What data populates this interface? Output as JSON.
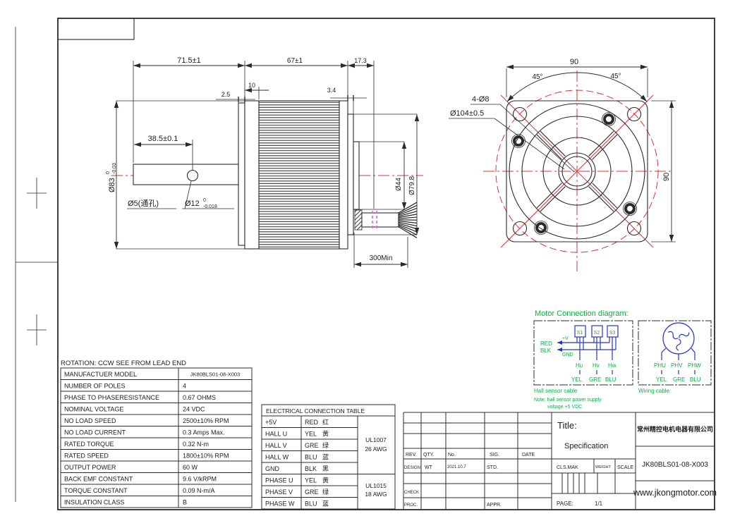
{
  "colors": {
    "line": "#2b2b2b",
    "centerline_red": "#e03131",
    "accent_green": "#00b53c",
    "accent_blue": "#2436c9",
    "cable_magenta": "#e36ae0"
  },
  "rotation_note": "ROTATION: CCW SEE FROM LEAD END",
  "side_view": {
    "dim_overall": "71.5±1",
    "dim_body": "67±1",
    "dim_rear": "17.3",
    "dim_front_plate": "10",
    "dim_step": "2.5",
    "dim_rear_lip": "3.4",
    "dim_hole_pos": "38.5±0.1",
    "dim_body_dia": "Ø83",
    "dim_body_dia_tol_up": "0",
    "dim_body_dia_tol_dn": "-0.03",
    "dim_hole": "Ø5(通孔)",
    "dim_shaft": "Ø12",
    "dim_shaft_tol_up": "0",
    "dim_shaft_tol_dn": "-0.018",
    "dim_boss": "Ø44",
    "dim_pilot": "Ø79.8",
    "dim_cable": "300Min"
  },
  "front_view": {
    "dim_width": "90",
    "dim_height": "90",
    "dim_angle_l": "45°",
    "dim_angle_r": "45°",
    "dim_holes": "4-Ø8",
    "dim_bolt_circle": "Ø104±0.5"
  },
  "connection": {
    "title": "Motor Connection diagram:",
    "red": "RED",
    "blk": "BLK",
    "vplus": "+V",
    "gnd": "GND",
    "s1": "S1",
    "s2": "S2",
    "s3": "S3",
    "hu": "Hu",
    "hv": "Hv",
    "hw": "Hw",
    "hall_col1": "YEL",
    "hall_col2": "GRE",
    "hall_col3": "BLU",
    "hall_caption": "Hall sensor cable",
    "note_line1": "Note: hall sensor power supply",
    "note_line2": "voltage +5 VDC",
    "phu": "PHU",
    "phv": "PHV",
    "phw": "PHW",
    "phase_col1": "YEL",
    "phase_col2": "GRE",
    "phase_col3": "BLU",
    "wiring_caption": "Wiring cable"
  },
  "spec_table": {
    "rows": [
      [
        "MANUFACTUER MODEL",
        "JK80BLS01-08-X003"
      ],
      [
        "NUMBER OF POLES",
        "4"
      ],
      [
        "PHASE TO PHASERESISTANCE",
        "0.67 OHMS"
      ],
      [
        "NOMINAL VOLTAGE",
        "24 VDC"
      ],
      [
        "NO LOAD SPEED",
        "2500±10% RPM"
      ],
      [
        "NO LOAD CURRENT",
        "0.3 Amps Max."
      ],
      [
        "RATED TORQUE",
        "0.32 N-m"
      ],
      [
        "RATED SPEED",
        "1800±10% RPM"
      ],
      [
        "OUTPUT POWER",
        "60 W"
      ],
      [
        "BACK EMF CONSTANT",
        "9.6 V/kRPM"
      ],
      [
        "TORQUE CONSTANT",
        "0.09 N-m/A"
      ],
      [
        "INSULATION CLASS",
        "B"
      ]
    ]
  },
  "electrical_table": {
    "title": "ELECTRICAL CONNECTION TABLE",
    "rows": [
      [
        "+5V",
        "RED",
        "红"
      ],
      [
        "HALL U",
        "YEL",
        "黄"
      ],
      [
        "HALL V",
        "GRE",
        "绿"
      ],
      [
        "HALL W",
        "BLU",
        "蓝"
      ],
      [
        "GND",
        "BLK",
        "黑"
      ],
      [
        "PHASE U",
        "YEL",
        "黄"
      ],
      [
        "PHASE V",
        "GRE",
        "绿"
      ],
      [
        "PHASE W",
        "BLU",
        "蓝"
      ]
    ],
    "group1": [
      "UL1007",
      "26 AWG"
    ],
    "group2": [
      "UL1015",
      "18 AWG"
    ]
  },
  "title_block": {
    "headers": [
      "REV.",
      "QTY.",
      "No.",
      "SIG.",
      "DATE"
    ],
    "design": [
      "DESIGN",
      "WT",
      "2021.10.7",
      "STD."
    ],
    "check": "CHECK",
    "proc": "PROC.",
    "appr": "APPR.",
    "title_label": "Title:",
    "title_value": "Specification",
    "cls_mak": "CLS.MAK",
    "weight": "WEIGHT",
    "scale": "SCALE",
    "page_label": "PAGE:",
    "page_value": "1/1",
    "company": "常州精控电机电器有限公司",
    "model": "JK80BLS01-08-X003",
    "website": "www.jkongmotor.com"
  }
}
